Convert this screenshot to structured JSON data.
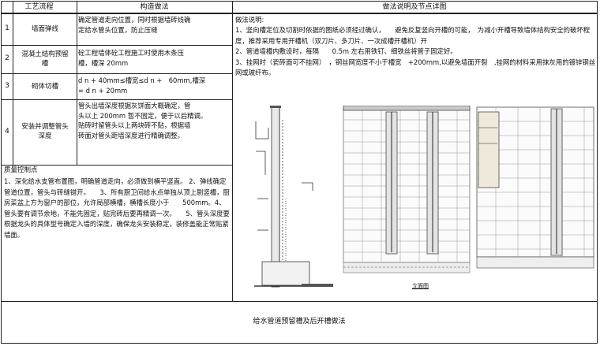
{
  "header": {
    "col_process": "工艺流程",
    "col_method": "构造做法",
    "col_description": "做法说明及节点详图"
  },
  "rows": [
    {
      "num": "1",
      "process": "墙面弹线",
      "method": "确定管道走向位置，同时根据墙砖线确\n定给水管头位置，防止压缝"
    },
    {
      "num": "2",
      "process": "混凝土结构预留槽",
      "method": "砼工程墙体砼工程施工时使用木条压\n槽，槽深 20mm"
    },
    {
      "num": "3",
      "process": "砌体切槽",
      "method": "d n + 40mm≤槽宽≤d n +　60mm,槽深\n= d n + 20mm"
    },
    {
      "num": "4",
      "process": "安装并调整管头深度",
      "method": "管头出墙深度根据灰饼面大概确定，管\n头以上 200mm 暂不固定，便于以后精调。\n贴砖时留管头以上两块砖不贴，根据墙\n砖面对管头距墙深度进行精确调整。"
    }
  ],
  "description": {
    "title": "做法说明:",
    "items": [
      "1、竖向槽定位及切割时依据的图纸必须经过确认，　　避免反复竖向开槽的可能，　为减小开槽导致墙体结构安全的破坏程度，推荐采用专用开槽机（双刀片、多刀片、一次成槽开槽机）开",
      "2、管道墙槽内敷设时，每隔　　0.5m 左右用铁钉、细铁丝将管子固定好。",
      "3、挂网时（瓷砖面可不挂网）　，钢丝网宽度不小于槽宽　+200mm,以避免墙面开裂　,挂网的材料采用抹灰用的镀锌钢丝网或玻纤布。"
    ]
  },
  "quality": {
    "title": "质量控制点",
    "body": "1、深化给水支管布置图，明确管道走向，必须做到横平竖直。 2、弹线确定管道位置，管头与砖缝错开。　　3、所有厨卫间给水点单独从顶上剔竖槽，厨房菜盆上方为窗户的部位，允许局部横槽，横槽长度小于　　500mm。4、管头要有调节余地，不能先固定，贴完砖后要再精调一次。　　5、管头深度要根据龙头的具体型号确定入墙的深度，确保龙头安装稳定，装修盖能正常贴紧墙面。"
  },
  "drawing": {
    "label": "立面图"
  },
  "footer": {
    "caption": "给水管道预留槽及后开槽做法"
  }
}
